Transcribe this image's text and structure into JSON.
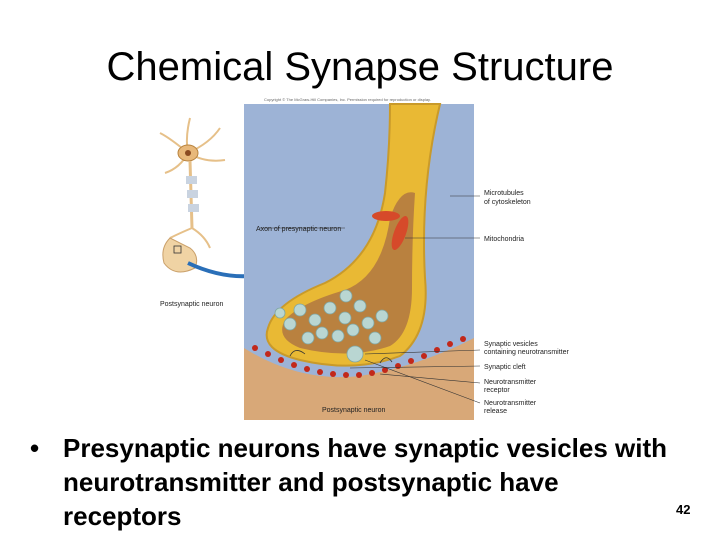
{
  "slide": {
    "title": "Chemical Synapse Structure",
    "bullet": "Presynaptic neurons have synaptic vesicles with neurotransmitter and postsynaptic have receptors",
    "bullet_marker": "•",
    "page_number": "42"
  },
  "figure": {
    "copyright": "Copyright © The McGraw-Hill Companies, Inc. Permission required for reproduction or display.",
    "labels": {
      "axon": "Axon of presynaptic neuron",
      "postsynaptic_neuron_left": "Postsynaptic neuron",
      "microtubules_1": "Microtubules",
      "microtubules_2": "of cytoskeleton",
      "mitochondria": "Mitochondria",
      "vesicles_1": "Synaptic vesicles",
      "vesicles_2": "containing neurotransmitter",
      "cleft": "Synaptic cleft",
      "receptor_1": "Neurotransmitter",
      "receptor_2": "receptor",
      "release_1": "Neurotransmitter",
      "release_2": "release",
      "postsynaptic_neuron_bottom": "Postsynaptic neuron"
    },
    "colors": {
      "background_blue": "#9db3d6",
      "axon_yellow": "#e9b934",
      "interior_brown": "#b9813f",
      "vesicle": "#b9d6d2",
      "postsynaptic": "#d8a878",
      "receptor_red": "#c2281a",
      "arrow_blue": "#2a6fb8"
    }
  }
}
